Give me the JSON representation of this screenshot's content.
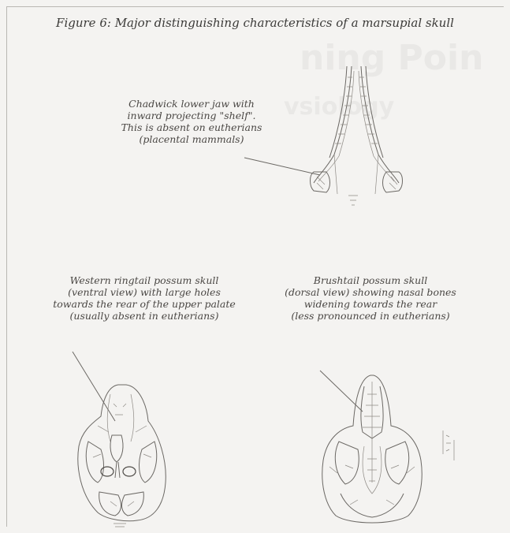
{
  "figure": {
    "title": "Figure 6: Major distinguishing characteristics of a marsupial skull"
  },
  "captions": {
    "lower_jaw": "Chadwick lower jaw with\ninward projecting \"shelf\".\nThis is absent on eutherians\n(placental mammals)",
    "ringtail": "Western ringtail possum skull\n(ventral view) with large holes\ntowards the rear of the upper palate\n(usually absent in eutherians)",
    "brushtail": "Brushtail possum skull\n(dorsal view) showing nasal bones\nwidening towards the rear\n(less pronounced in eutherians)"
  },
  "ghost_text": {
    "line1": "ning Poin",
    "line2": "vsiology"
  },
  "colors": {
    "paper": "#f4f3f1",
    "ink": "#6b6864",
    "caption_text": "#4a4744"
  }
}
